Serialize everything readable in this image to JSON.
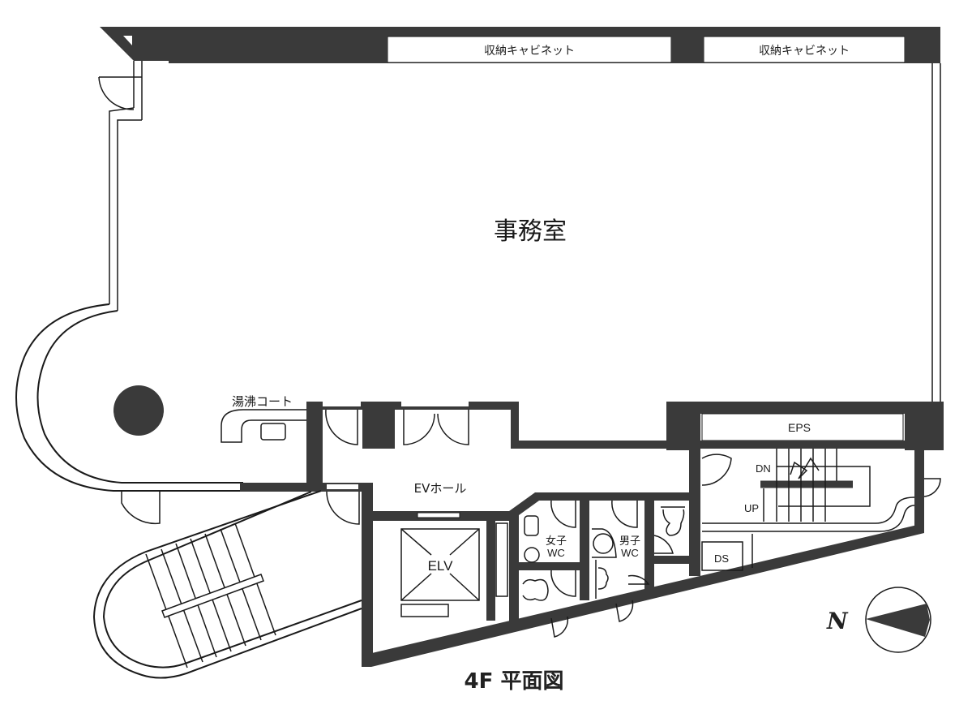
{
  "plan": {
    "title": "4F 平面図",
    "colors": {
      "wall": "#3a3a3a",
      "line": "#1a1a1a",
      "background": "#ffffff"
    },
    "rooms": {
      "office": "事務室",
      "cabinet_1": "収納キャビネット",
      "cabinet_2": "収納キャビネット",
      "kitchenette": "湯沸コート",
      "ev_hall": "EVホール",
      "elevator": "ELV",
      "womens_wc_line1": "女子",
      "womens_wc_line2": "WC",
      "mens_wc_line1": "男子",
      "mens_wc_line2": "WC",
      "eps": "EPS",
      "ds": "DS",
      "stair_down": "DN",
      "stair_up": "UP"
    },
    "north_arrow": {
      "label": "N",
      "icon": "compass-north-icon"
    }
  }
}
